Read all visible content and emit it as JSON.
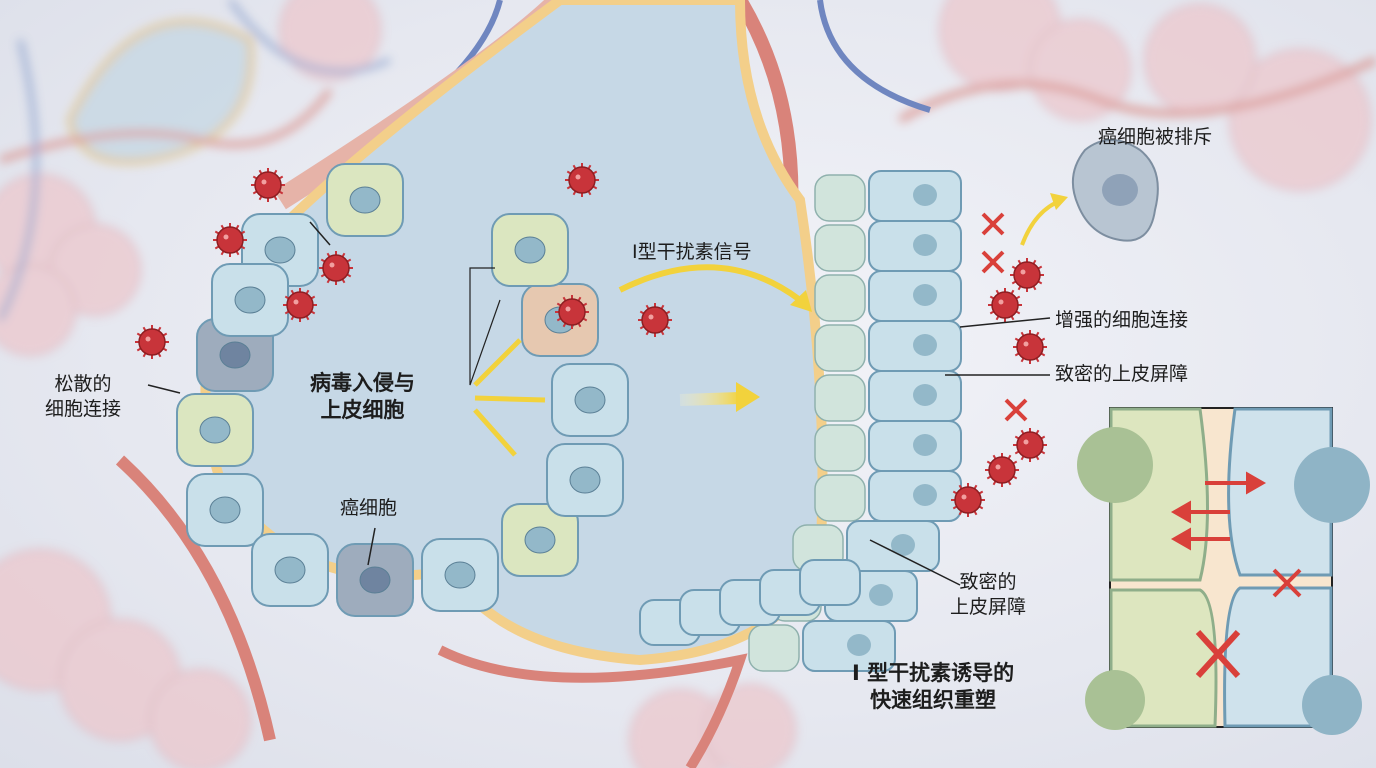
{
  "labels": {
    "cancer_rejected": "癌细胞被排斥",
    "ifn_signal": "I型干扰素信号",
    "enhanced_junctions": "增强的细胞连接",
    "tight_barrier_right": "致密的上皮屏障",
    "loose_junctions": [
      "松散的",
      "细胞连接"
    ],
    "virus_invasion": [
      "病毒入侵与",
      "上皮细胞"
    ],
    "cancer_cell": "癌细胞",
    "tight_barrier_bottom": [
      "致密的",
      "上皮屏障"
    ],
    "remodeling": [
      "I 型干扰素诱导的",
      "快速组织重塑"
    ]
  },
  "colors": {
    "virus": "#c8343a",
    "arrow_yellow": "#f2d23c",
    "cell_blue": "#c9e0ea",
    "cell_green": "#dbe6c0",
    "lumen": "#c6d8e6",
    "membrane": "#f3cf8a",
    "vessel": "#d9837a"
  }
}
